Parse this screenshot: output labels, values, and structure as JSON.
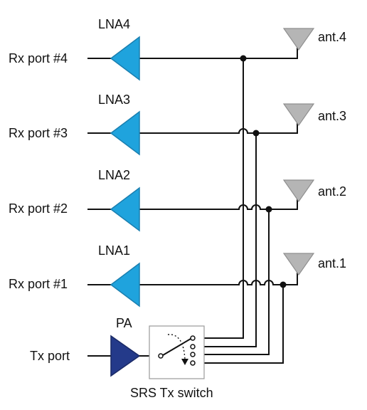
{
  "labels": {
    "rx4": "Rx port #4",
    "rx3": "Rx port #3",
    "rx2": "Rx port #2",
    "rx1": "Rx port #1",
    "tx": "Tx port",
    "lna4": "LNA4",
    "lna3": "LNA3",
    "lna2": "LNA2",
    "lna1": "LNA1",
    "pa": "PA",
    "ant4": "ant.4",
    "ant3": "ant.3",
    "ant2": "ant.2",
    "ant1": "ant.1",
    "switch": "SRS Tx switch"
  },
  "colors": {
    "lna_fill": "#1fa3dd",
    "lna_stroke": "#1a7fb0",
    "pa_fill": "#243a8a",
    "pa_stroke": "#1a2a66",
    "antenna_fill": "#b5b5b5",
    "antenna_stroke": "#8f8f8f",
    "wire": "#111111",
    "switch_box": "#9a9a9a"
  }
}
